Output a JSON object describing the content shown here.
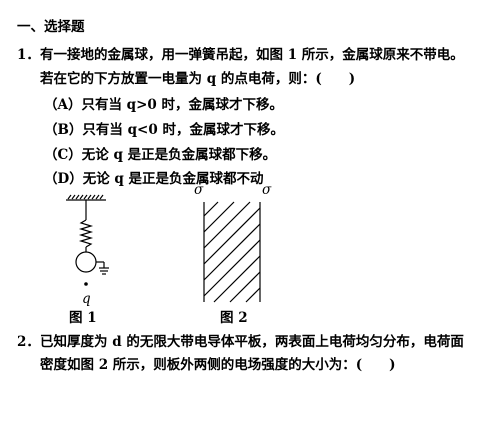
{
  "section": {
    "title": "一、选择题"
  },
  "q1": {
    "number": "1．",
    "line1": "有一接地的金属球，用一弹簧吊起，如图 1 所示，金属球原来不带电。",
    "line2": "若在它的下方放置一电量为 q 的点电荷，则：(　　)",
    "options": [
      "（A）只有当 q>0 时，金属球才下移。",
      "（B）只有当 q<0 时，金属球才下移。",
      "（C）无论 q 是正是负金属球都下移。",
      "（D）无论 q 是正是负金属球都不动"
    ]
  },
  "figures": {
    "fig1": {
      "caption": "图 1",
      "charge_label": "q"
    },
    "fig2": {
      "caption": "图 2",
      "sigma_left": "σ",
      "sigma_right": "σ"
    }
  },
  "q2": {
    "number": "2．",
    "line1": "已知厚度为 d 的无限大带电导体平板，两表面上电荷均匀分布，电荷面",
    "line2": "密度如图 2 所示，则板外两侧的电场强度的大小为：(　　)"
  }
}
